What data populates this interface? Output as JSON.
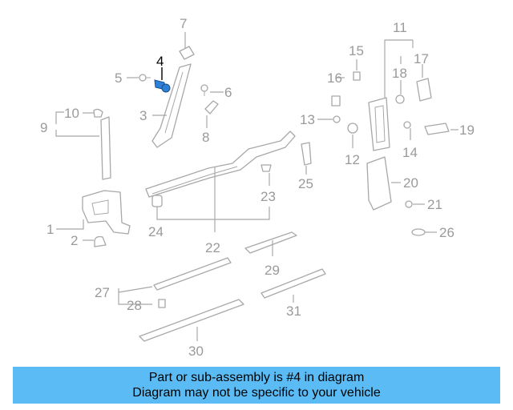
{
  "diagram": {
    "highlight_color": "#2f7fd6",
    "callouts": {
      "c1": "1",
      "c2": "2",
      "c3": "3",
      "c4": "4",
      "c5": "5",
      "c6": "6",
      "c7": "7",
      "c8": "8",
      "c9": "9",
      "c10": "10",
      "c11": "11",
      "c12": "12",
      "c13": "13",
      "c14": "14",
      "c15": "15",
      "c16": "16",
      "c17": "17",
      "c18": "18",
      "c19": "19",
      "c20": "20",
      "c21": "21",
      "c22": "22",
      "c23": "23",
      "c24": "24",
      "c25": "25",
      "c26": "26",
      "c27": "27",
      "c28": "28",
      "c29": "29",
      "c30": "30",
      "c31": "31"
    }
  },
  "banner": {
    "line1": "Part or sub-assembly is #4 in diagram",
    "line2": "Diagram may not be specific to your vehicle",
    "background": "#5bbcf5"
  }
}
